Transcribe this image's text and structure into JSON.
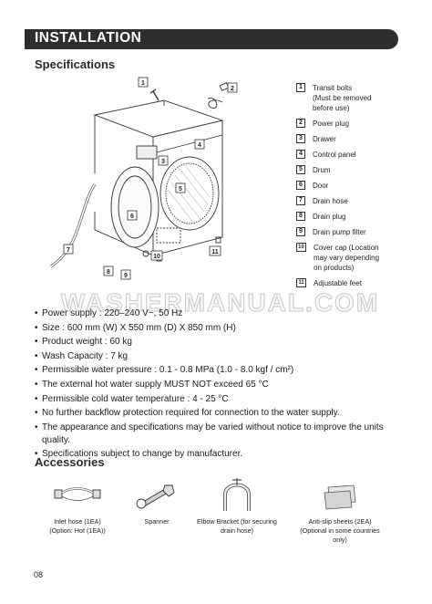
{
  "header": {
    "title": "INSTALLATION"
  },
  "specifications": {
    "title": "Specifications",
    "legend": [
      {
        "num": "1",
        "text": "Transit bolts\n(Must be removed\nbefore use)"
      },
      {
        "num": "2",
        "text": "Power plug"
      },
      {
        "num": "3",
        "text": "Drawer"
      },
      {
        "num": "4",
        "text": "Control panel"
      },
      {
        "num": "5",
        "text": "Drum"
      },
      {
        "num": "6",
        "text": "Door"
      },
      {
        "num": "7",
        "text": "Drain hose"
      },
      {
        "num": "8",
        "text": "Drain plug"
      },
      {
        "num": "9",
        "text": "Drain pump filter"
      },
      {
        "num": "10",
        "text": "Cover cap (Location\nmay vary depending\non products)"
      },
      {
        "num": "11",
        "text": "Adjustable feet"
      }
    ],
    "diagram_callouts": [
      "1",
      "2",
      "3",
      "4",
      "5",
      "6",
      "7",
      "8",
      "9",
      "10",
      "11"
    ],
    "items": [
      "Power supply : 220–240 V~, 50 Hz",
      "Size : 600 mm (W) X 550 mm (D) X 850 mm (H)",
      "Product weight : 60 kg",
      "Wash Capacity : 7 kg",
      "Permissible water pressure : 0.1 - 0.8 MPa (1.0 - 8.0 kgf / cm²)",
      "The external hot water supply MUST NOT exceed 65 °C",
      "Permissible cold water temperature : 4 - 25 °C",
      "No further backflow protection required for connection to the water supply.",
      "The appearance and specifications may be varied without notice to improve the units quality.",
      "Specifications subject to change by manufacturer."
    ]
  },
  "watermark": "WASHERMANUAL.COM",
  "accessories": {
    "title": "Accessories",
    "items": [
      {
        "label": "Inlet hose (1EA)\n(Option: Hot (1EA))",
        "icon": "inlet-hose-icon"
      },
      {
        "label": "Spanner",
        "icon": "spanner-icon"
      },
      {
        "label": "Elbow Bracket (for securing\ndrain hose)",
        "icon": "elbow-bracket-icon"
      },
      {
        "label": "Anti-slip sheets (2EA)\n(Optional in some countries\nonly)",
        "icon": "anti-slip-sheets-icon"
      }
    ]
  },
  "page": {
    "number": "08"
  }
}
